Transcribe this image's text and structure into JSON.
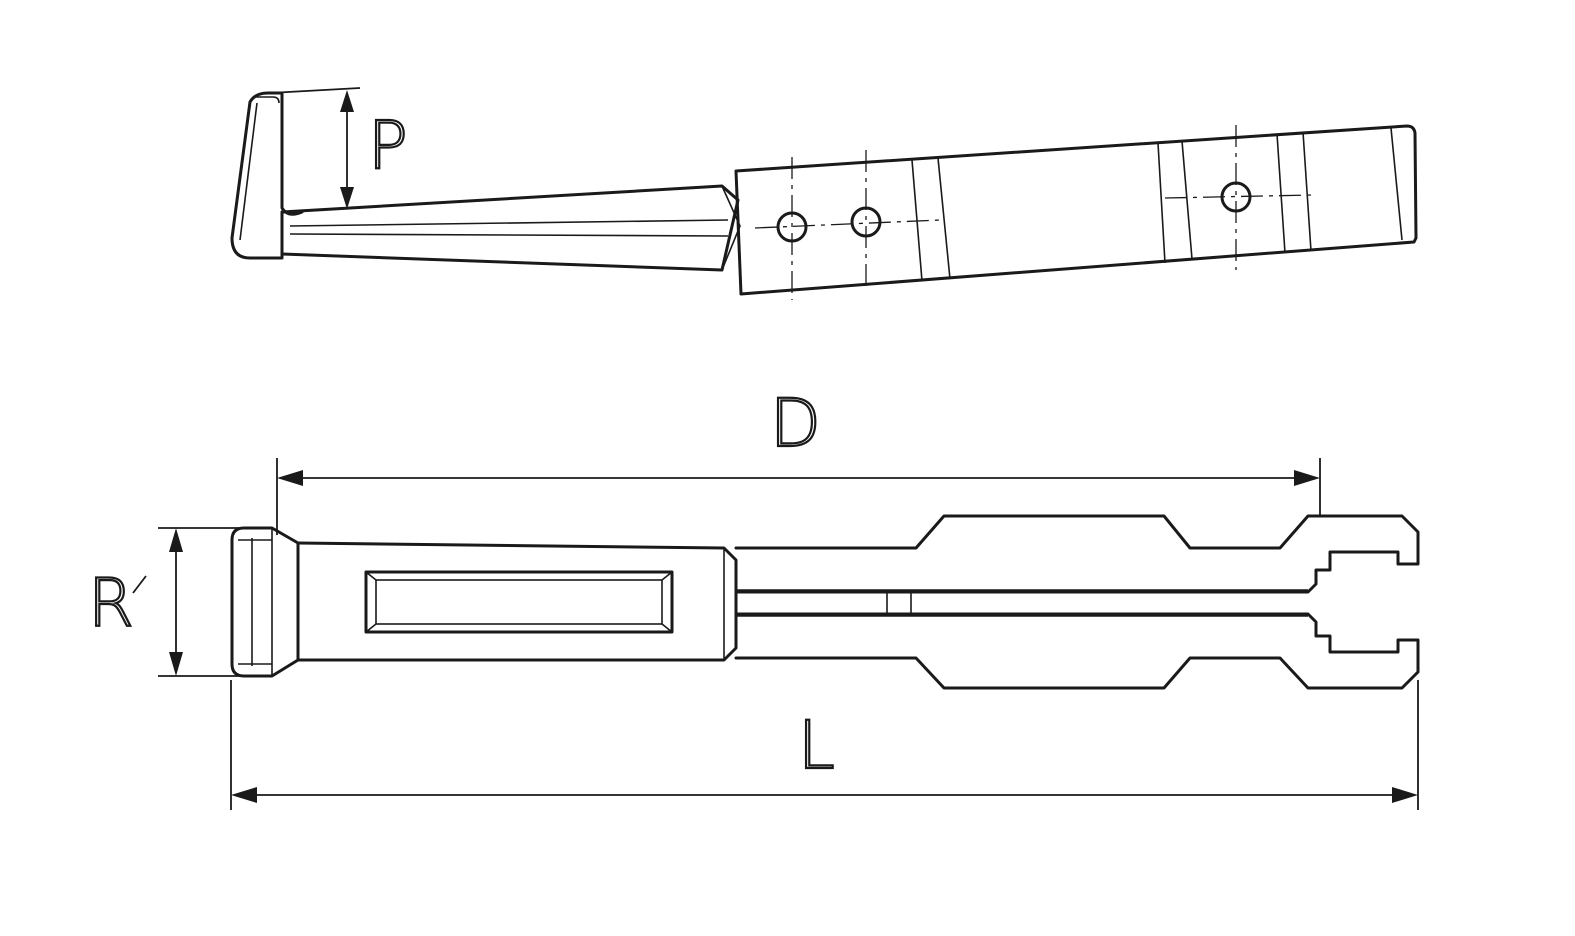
{
  "dimensions": {
    "P": "P",
    "D": "D",
    "R": "R",
    "L": "L"
  }
}
